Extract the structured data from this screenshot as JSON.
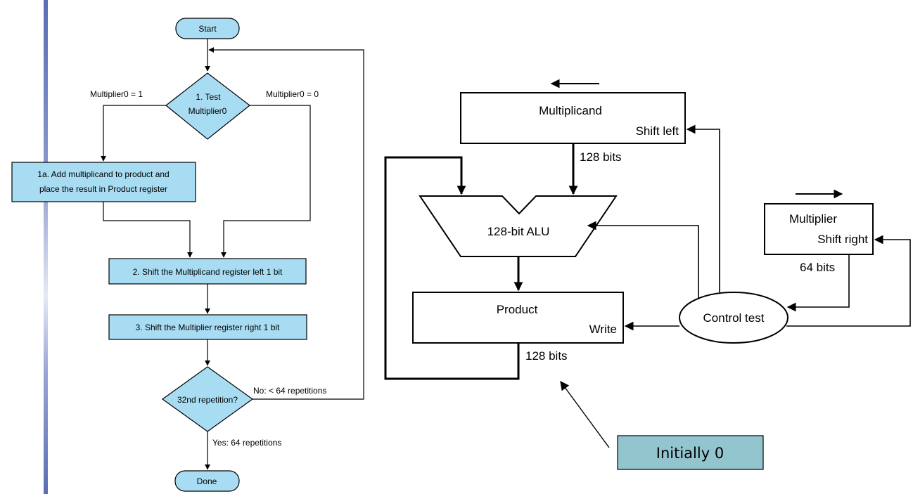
{
  "flowchart": {
    "start": "Start",
    "test": {
      "line1": "1.  Test",
      "line2": "Multiplier0"
    },
    "branch_one": "Multiplier0 = 1",
    "branch_zero": "Multiplier0 = 0",
    "step_1a": {
      "line1": "1a.  Add multiplicand to product and",
      "line2": "place the result in Product register"
    },
    "step_2": "2.  Shift the Multiplicand register left 1 bit",
    "step_3": "3.  Shift the Multiplier register right 1 bit",
    "repetition_test": "32nd repetition?",
    "no_branch": "No: < 64 repetitions",
    "yes_branch": "Yes: 64 repetitions",
    "done": "Done"
  },
  "hardware": {
    "multiplicand": {
      "title": "Multiplicand",
      "sub": "Shift left",
      "width_label": "128 bits"
    },
    "alu": {
      "title": "128-bit ALU"
    },
    "product": {
      "title": "Product",
      "sub": "Write",
      "width_label": "128 bits"
    },
    "multiplier": {
      "title": "Multiplier",
      "sub": "Shift right",
      "width_label": "64 bits"
    },
    "control": {
      "title": "Control test"
    },
    "note": "Initially 0"
  },
  "colors": {
    "flow_fill": "#a8dcf2",
    "note_fill": "#93c5cf",
    "accent_bar": "#5b6fb8"
  }
}
